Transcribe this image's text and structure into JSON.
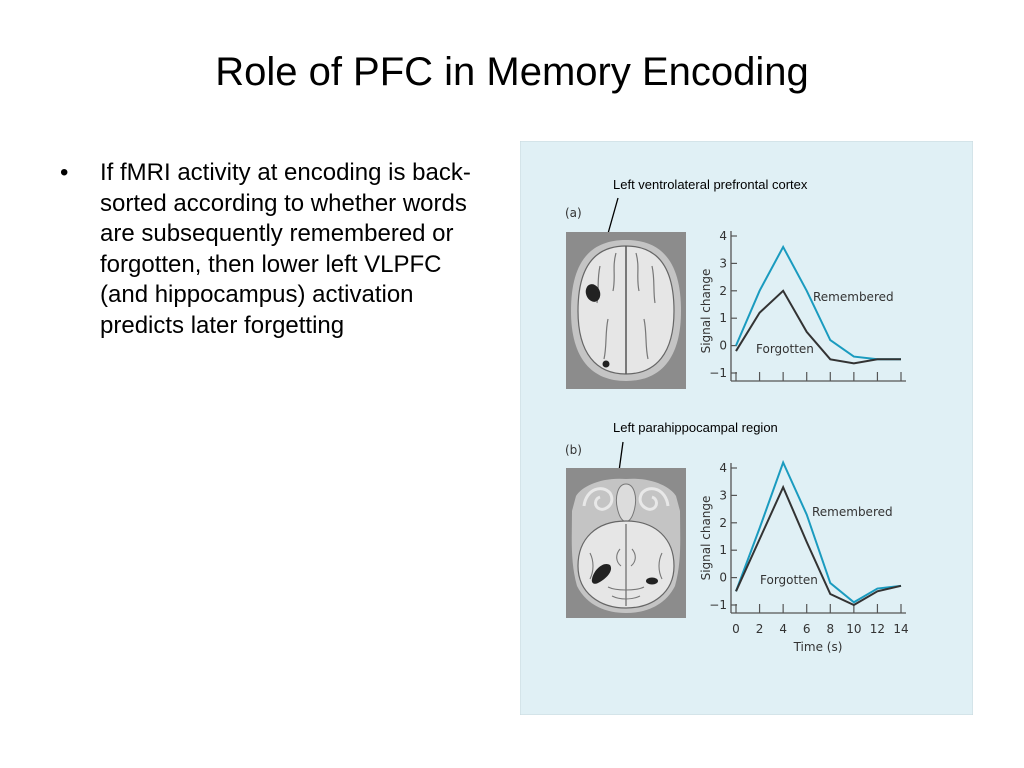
{
  "slide": {
    "title": "Role of PFC in Memory Encoding",
    "bullet_text": "If fMRI activity at encoding is back-sorted according to whether words are subsequently remembered or forgotten, then lower left VLPFC (and hippocampus) activation predicts later forgetting"
  },
  "figure": {
    "background_color": "#e0f0f5",
    "panels": [
      {
        "label": "(a)",
        "callout": "Left ventrolateral prefrontal cortex",
        "series_labels": [
          "Remembered",
          "Forgotten"
        ]
      },
      {
        "label": "(b)",
        "callout": "Left parahippocampal region",
        "series_labels": [
          "Remembered",
          "Forgotten"
        ]
      }
    ]
  },
  "chart_data": [
    {
      "type": "line",
      "panel": "(a)",
      "ylabel": "Signal change",
      "xlabel": "",
      "y_ticks": [
        -1,
        0,
        1,
        2,
        3,
        4
      ],
      "ylim": [
        -1,
        4
      ],
      "xlim": [
        0,
        14
      ],
      "x": [
        0,
        2,
        4,
        6,
        8,
        10,
        12,
        14
      ],
      "series": [
        {
          "name": "Remembered",
          "color": "#1a9bbf",
          "values": [
            0,
            2,
            3.6,
            2,
            0.2,
            -0.4,
            -0.5,
            -0.5
          ]
        },
        {
          "name": "Forgotten",
          "color": "#333333",
          "values": [
            -0.2,
            1.2,
            2,
            0.5,
            -0.5,
            -0.65,
            -0.5,
            -0.5
          ]
        }
      ]
    },
    {
      "type": "line",
      "panel": "(b)",
      "ylabel": "Signal change",
      "xlabel": "Time (s)",
      "y_ticks": [
        -1,
        0,
        1,
        2,
        3,
        4
      ],
      "x_ticks": [
        0,
        2,
        4,
        6,
        8,
        10,
        12,
        14
      ],
      "ylim": [
        -1,
        4
      ],
      "xlim": [
        0,
        14
      ],
      "x": [
        0,
        2,
        4,
        6,
        8,
        10,
        12,
        14
      ],
      "series": [
        {
          "name": "Remembered",
          "color": "#1a9bbf",
          "values": [
            -0.5,
            1.8,
            4.2,
            2.3,
            -0.2,
            -0.9,
            -0.4,
            -0.3
          ]
        },
        {
          "name": "Forgotten",
          "color": "#333333",
          "values": [
            -0.5,
            1.4,
            3.3,
            1.3,
            -0.6,
            -1.0,
            -0.5,
            -0.3
          ]
        }
      ]
    }
  ]
}
